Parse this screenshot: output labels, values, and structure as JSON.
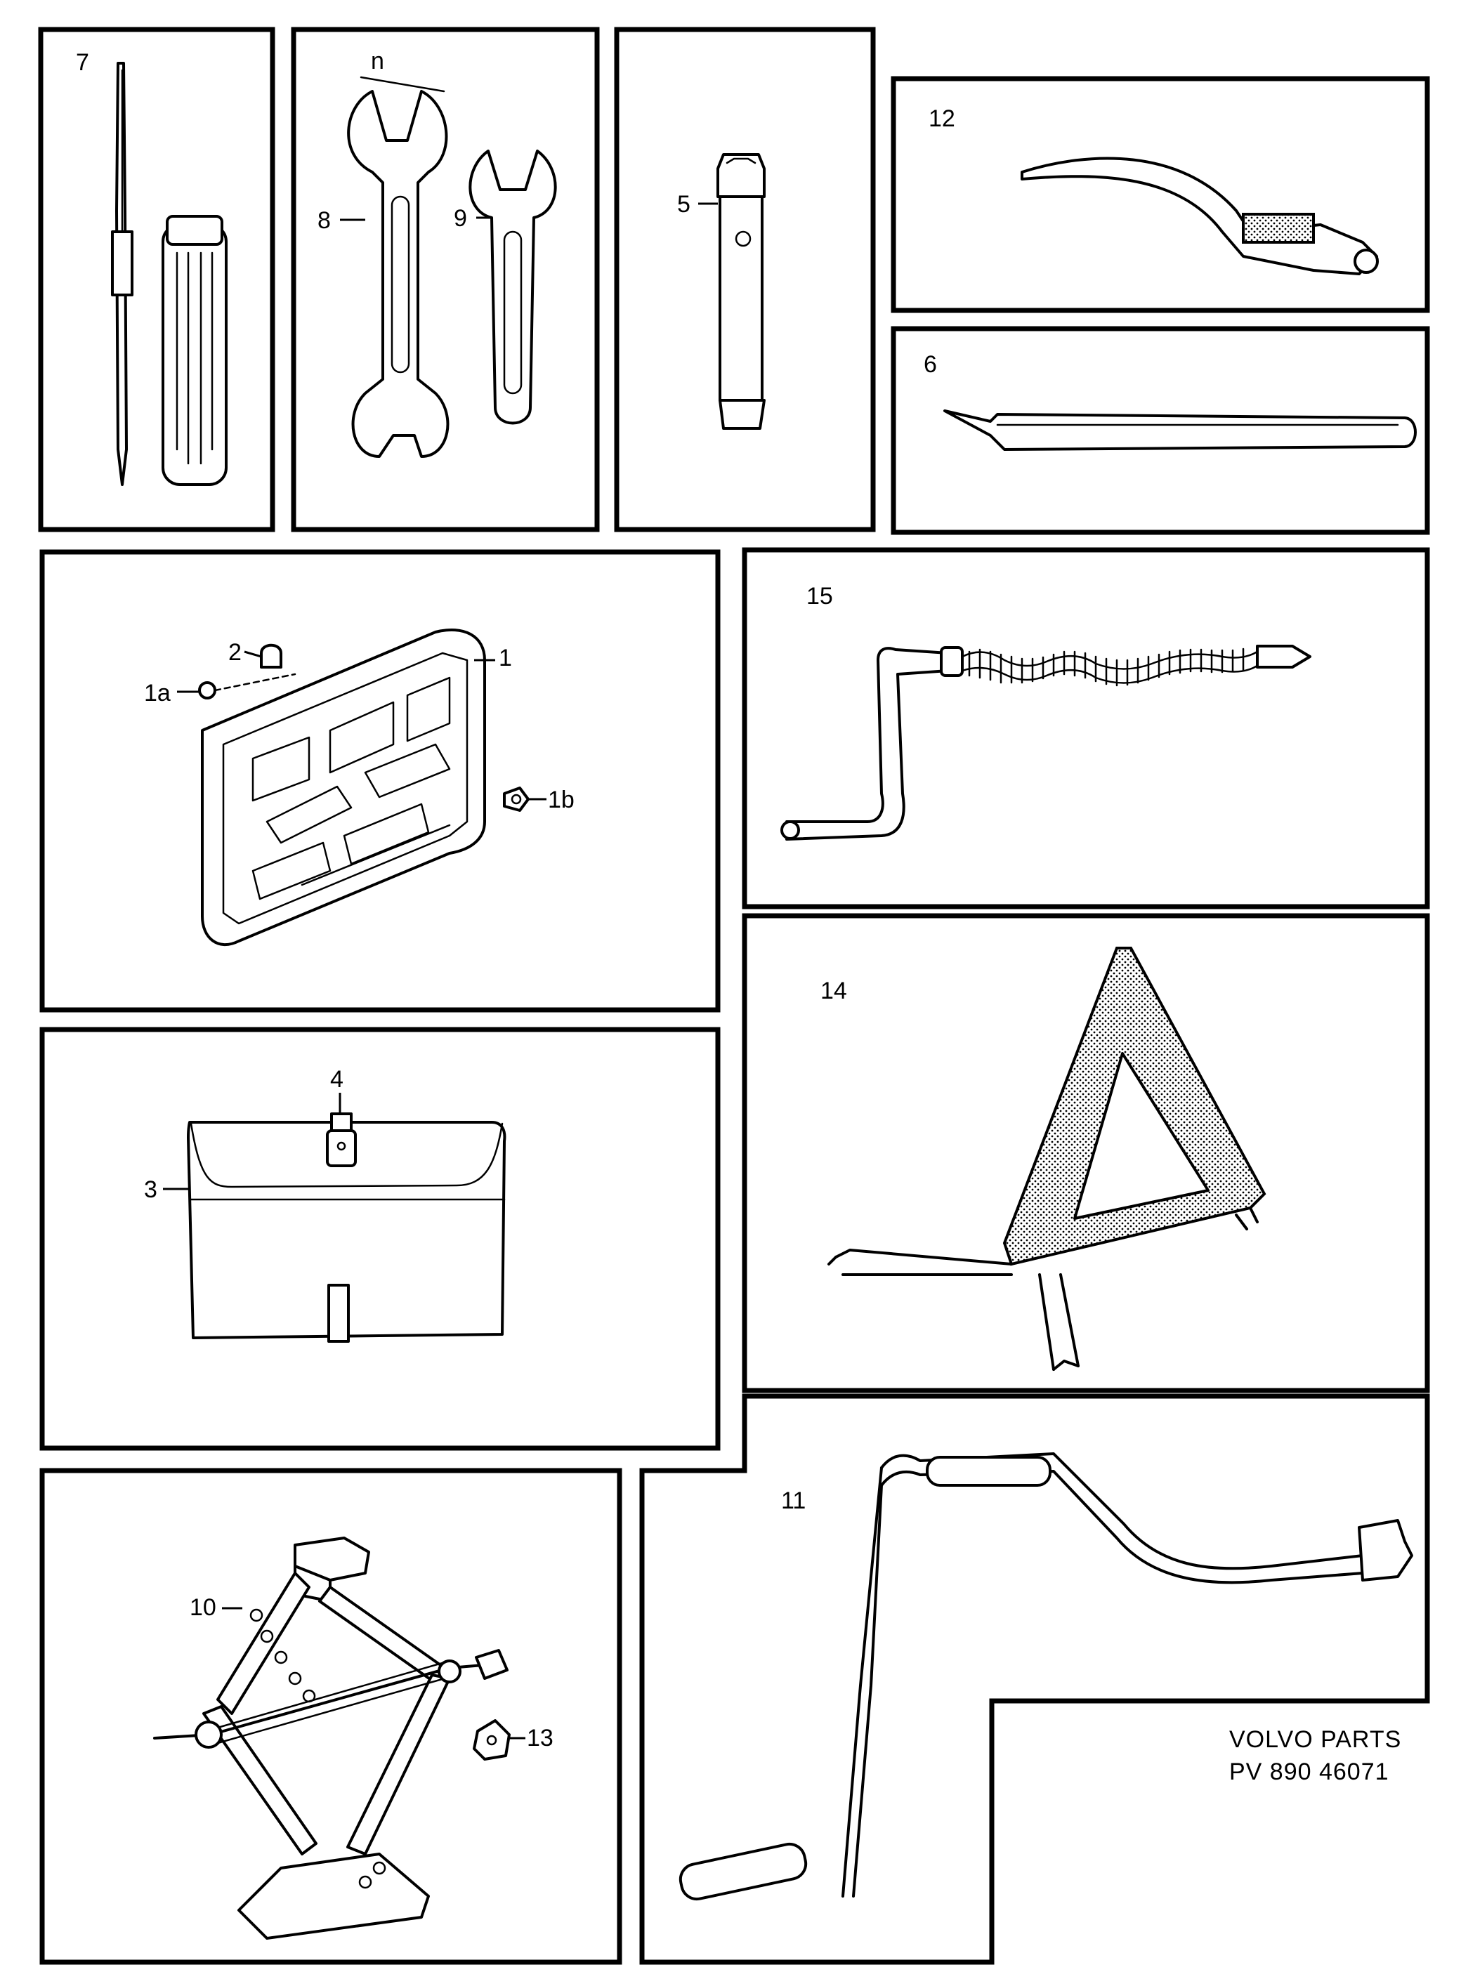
{
  "callouts": {
    "screwdriver": "7",
    "dimension_n": "n",
    "wrench_double": "8",
    "wrench_single": "9",
    "socket_wrench": "5",
    "tire_iron": "12",
    "pry_bar": "6",
    "tool_tray": "1",
    "tray_clip": "2",
    "tray_pin": "1a",
    "tray_nut": "1b",
    "crank_handle": "15",
    "warning_triangle": "14",
    "bag": "3",
    "bag_strap": "4",
    "jack": "10",
    "jack_knob": "13",
    "jack_crank": "11"
  },
  "footer": {
    "line1": "VOLVO PARTS",
    "line2": "PV 890   46071"
  }
}
